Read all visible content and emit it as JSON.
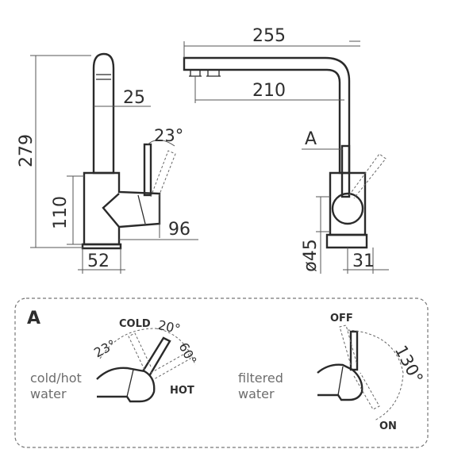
{
  "dimensions": {
    "top_spout_length": "255",
    "spout_reach": "210",
    "total_height": "279",
    "spout_diameter": "25",
    "lever_angle": "23°",
    "body_height": "110",
    "lever_depth": "96",
    "base_diameter_left": "52",
    "base_diameter_right": "ø45",
    "base_offset": "31"
  },
  "callout_label": "A",
  "detail": {
    "label": "A",
    "left_caption_line1": "cold/hot",
    "left_caption_line2": "water",
    "right_caption_line1": "filtered",
    "right_caption_line2": "water",
    "cold": "COLD",
    "hot": "HOT",
    "off": "OFF",
    "on": "ON",
    "angle_23": "23°",
    "angle_20": "20°",
    "angle_60": "60°",
    "angle_130": "130°"
  },
  "colors": {
    "ink": "#2a2a2a",
    "text": "#2e2e2e",
    "caption": "#6d6d6d",
    "frame": "#777777"
  }
}
